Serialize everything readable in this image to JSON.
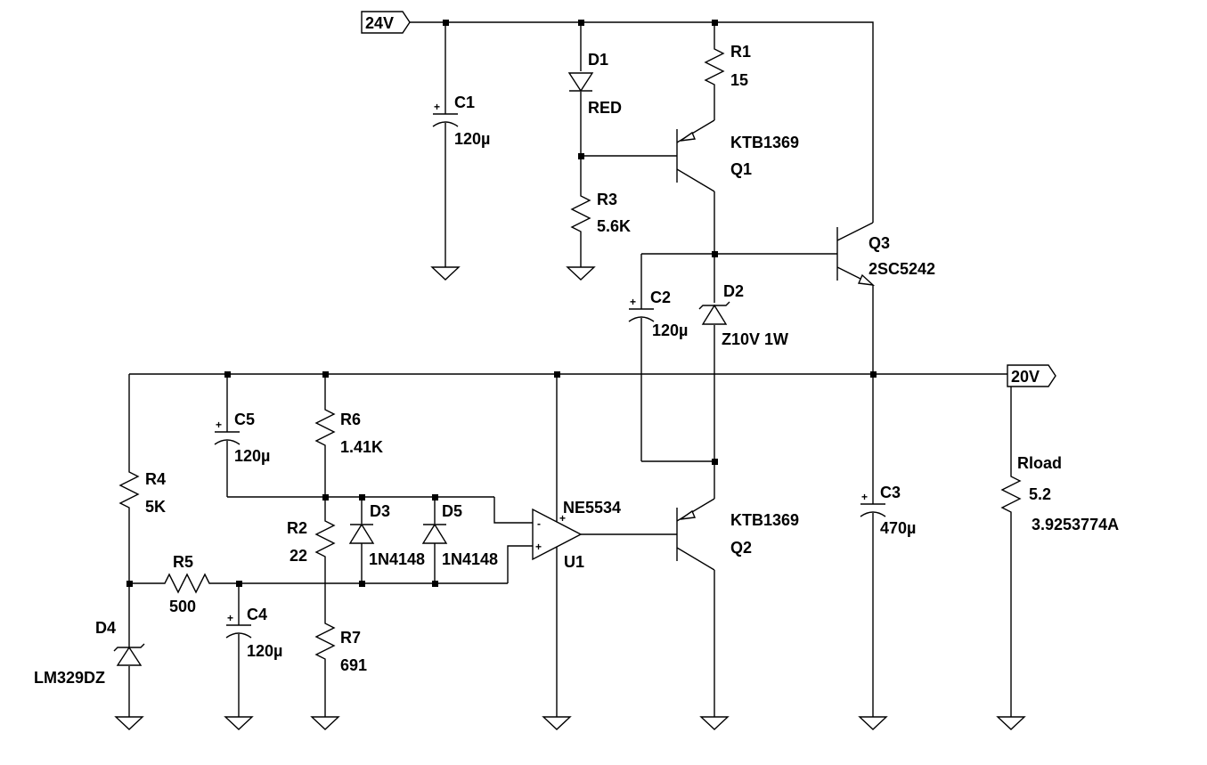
{
  "nets": {
    "supply": "24V",
    "output": "20V"
  },
  "components": {
    "C1": {
      "ref": "C1",
      "value": "120µ"
    },
    "D1": {
      "ref": "D1",
      "value": "RED"
    },
    "R1": {
      "ref": "R1",
      "value": "15"
    },
    "R3": {
      "ref": "R3",
      "value": "5.6K"
    },
    "Q1": {
      "ref": "Q1",
      "value": "KTB1369"
    },
    "Q3": {
      "ref": "Q3",
      "value": "2SC5242"
    },
    "C2": {
      "ref": "C2",
      "value": "120µ"
    },
    "D2": {
      "ref": "D2",
      "value": "Z10V  1W"
    },
    "C5": {
      "ref": "C5",
      "value": "120µ"
    },
    "R6": {
      "ref": "R6",
      "value": "1.41K"
    },
    "R4": {
      "ref": "R4",
      "value": "5K"
    },
    "R2": {
      "ref": "R2",
      "value": "22"
    },
    "D3": {
      "ref": "D3",
      "value": "1N4148"
    },
    "D5": {
      "ref": "D5",
      "value": "1N4148"
    },
    "U1": {
      "ref": "U1",
      "value": "NE5534"
    },
    "Q2": {
      "ref": "Q2",
      "value": "KTB1369"
    },
    "C3": {
      "ref": "C3",
      "value": "470µ"
    },
    "Rload": {
      "ref": "Rload",
      "value": "5.2",
      "current": "3.9253774A"
    },
    "R5": {
      "ref": "R5",
      "value": "500"
    },
    "C4": {
      "ref": "C4",
      "value": "120µ"
    },
    "R7": {
      "ref": "R7",
      "value": "691"
    },
    "D4": {
      "ref": "D4",
      "value": "LM329DZ"
    }
  },
  "opamp_pins": {
    "minus": "-",
    "plus": "+",
    "vplus": "+"
  }
}
